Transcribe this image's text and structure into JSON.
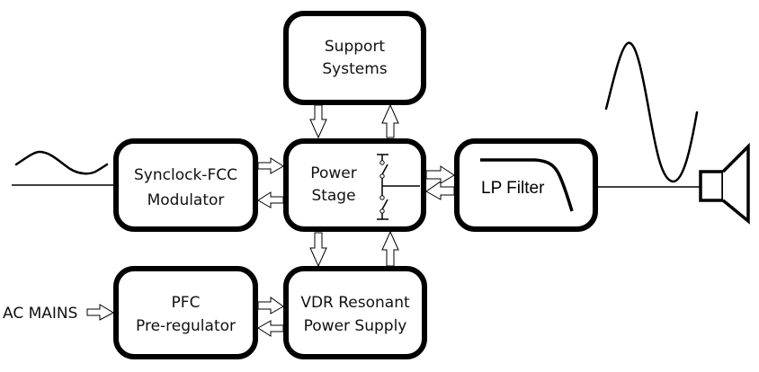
{
  "diagram": {
    "title": "Class-D amplifier block diagram",
    "blocks": {
      "support": {
        "line1": "Support",
        "line2": "Systems"
      },
      "modulator": {
        "line1": "Synclock-FCC",
        "line2": "Modulator"
      },
      "power_stage": {
        "line1": "Power",
        "line2": "Stage"
      },
      "lp_filter": {
        "label": "LP Filter"
      },
      "pfc": {
        "line1": "PFC",
        "line2": "Pre-regulator"
      },
      "vdr": {
        "line1": "VDR Resonant",
        "line2": "Power Supply"
      }
    },
    "inputs": {
      "ac_mains": "AC MAINS",
      "audio_signal": "input-sine-wave-icon"
    },
    "outputs": {
      "speaker": "speaker-icon",
      "output_signal": "output-sine-wave-icon"
    },
    "connections": [
      {
        "from": "support",
        "to": "power_stage",
        "type": "bidirectional"
      },
      {
        "from": "modulator",
        "to": "power_stage",
        "type": "bidirectional"
      },
      {
        "from": "power_stage",
        "to": "lp_filter",
        "type": "bidirectional"
      },
      {
        "from": "vdr",
        "to": "power_stage",
        "type": "bidirectional"
      },
      {
        "from": "pfc",
        "to": "vdr",
        "type": "bidirectional"
      },
      {
        "from": "ac_mains",
        "to": "pfc",
        "type": "unidirectional"
      },
      {
        "from": "lp_filter",
        "to": "speaker",
        "type": "wire"
      }
    ]
  }
}
